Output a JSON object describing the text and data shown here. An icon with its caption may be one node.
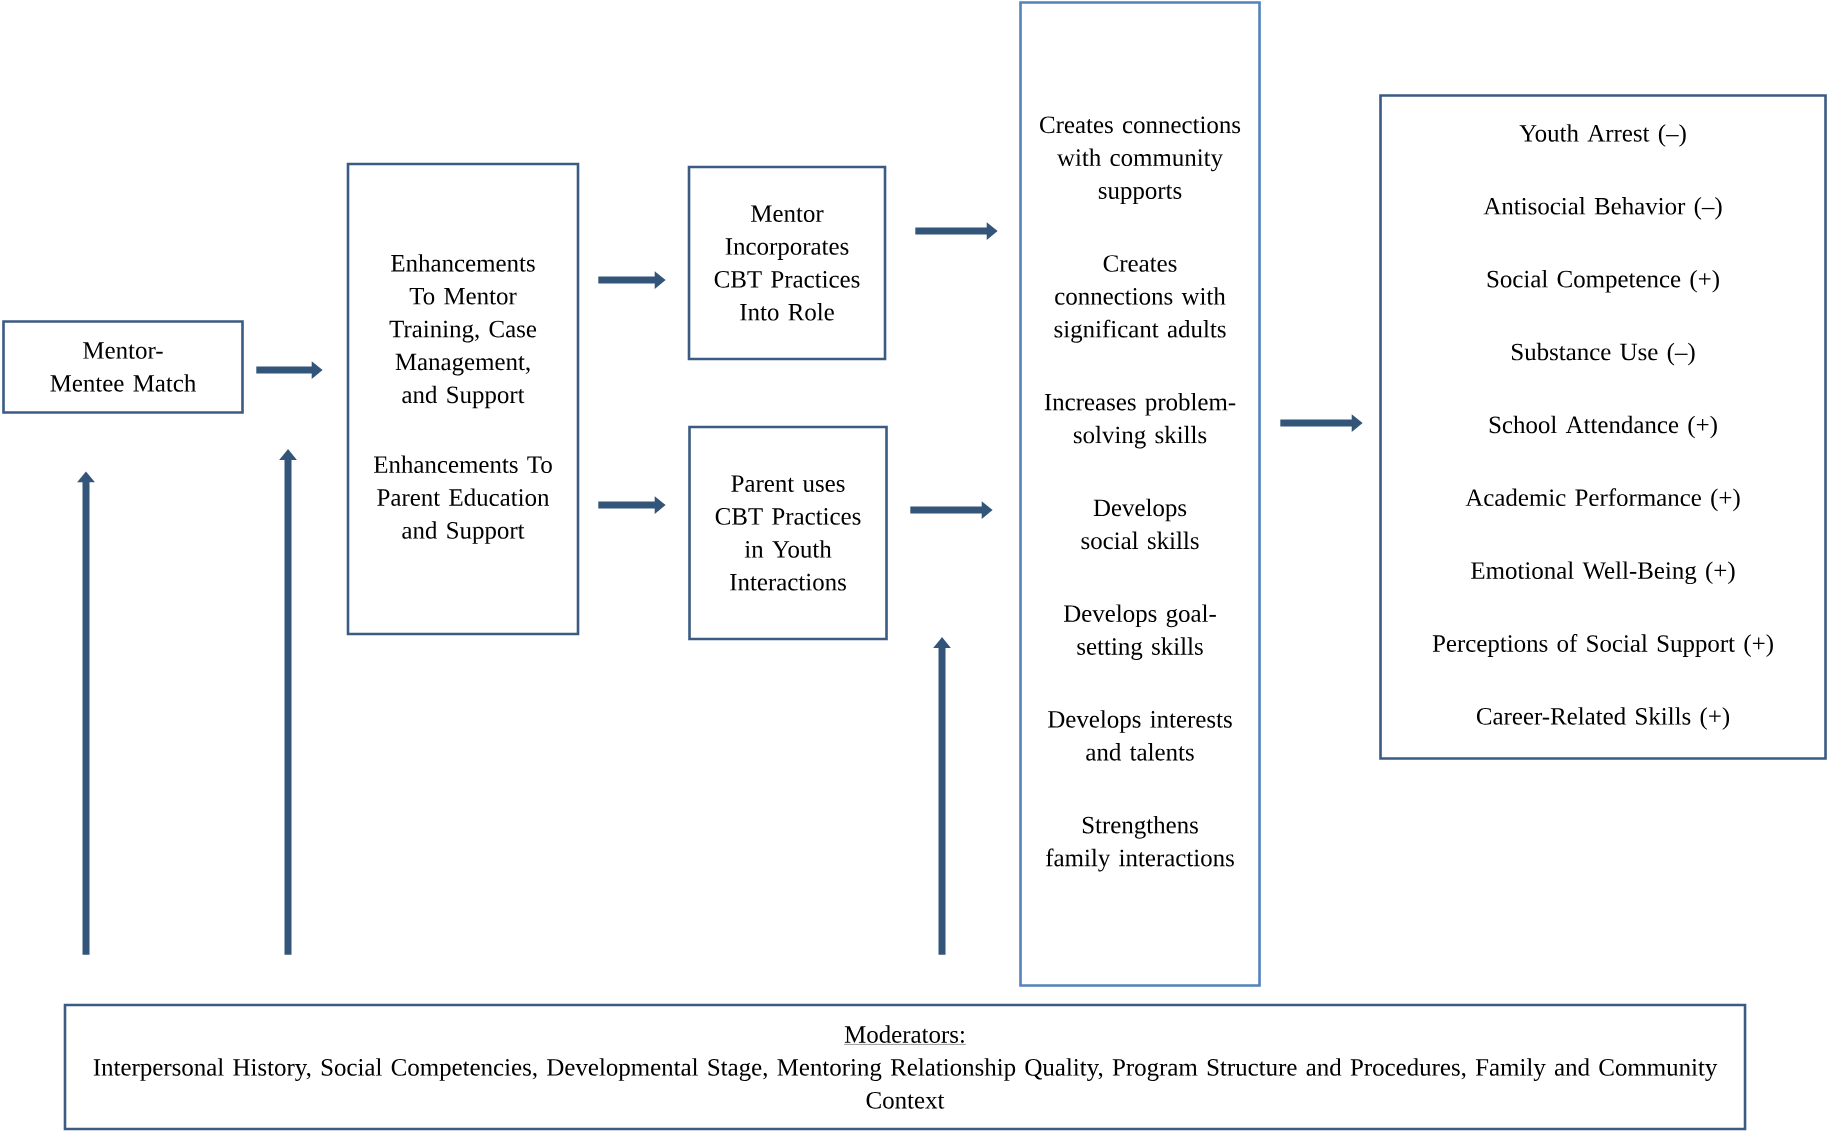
{
  "diagram": {
    "nodes": [
      {
        "text": [
          "Mentor-Mentee Match"
        ]
      },
      {
        "text": [
          "Enhancements To Mentor Training, Case Management, and Support",
          "Enhancements To Parent Education and Support"
        ]
      },
      {
        "text": [
          "Mentor Incorporates CBT Practices Into Role"
        ]
      },
      {
        "text": [
          "Parent uses CBT Practices in Youth Interactions"
        ]
      },
      {
        "text": [
          "Creates connections with community supports",
          "Creates connections with significant adults",
          "Increases problem-solving skills",
          "Develops social skills",
          "Develops goal-setting skills",
          "Develops interests and talents",
          "Strengthens family interactions"
        ]
      },
      {
        "text": [
          "Youth Arrest (–)",
          "Antisocial Behavior (–)",
          "Social Competence (+)",
          "Substance Use (–)",
          "School Attendance (+)",
          "Academic Performance (+)",
          "Emotional Well-Being (+)",
          "Perceptions of Social Support (+)",
          "Career-Related Skills (+)"
        ]
      },
      {
        "text": [
          "Moderators:",
          "Interpersonal History, Social Competencies, Developmental Stage, Mentoring Relationship Quality, Program Structure and Procedures, Family and Community Context"
        ]
      }
    ],
    "edges": [
      {
        "from": 0,
        "to": 1,
        "arrow": "to"
      },
      {
        "from": 1,
        "to": 2,
        "arrow": "to"
      },
      {
        "from": 1,
        "to": 3,
        "arrow": "to"
      },
      {
        "from": 2,
        "to": 4,
        "arrow": "to"
      },
      {
        "from": 3,
        "to": 4,
        "arrow": "to"
      },
      {
        "from": 4,
        "to": 5,
        "arrow": "to"
      },
      {
        "from": 6,
        "to": 0,
        "arrow": "to"
      },
      {
        "from": 6,
        "to": null,
        "arrow": "to"
      },
      {
        "from": 6,
        "to": null,
        "arrow": "to"
      }
    ]
  }
}
